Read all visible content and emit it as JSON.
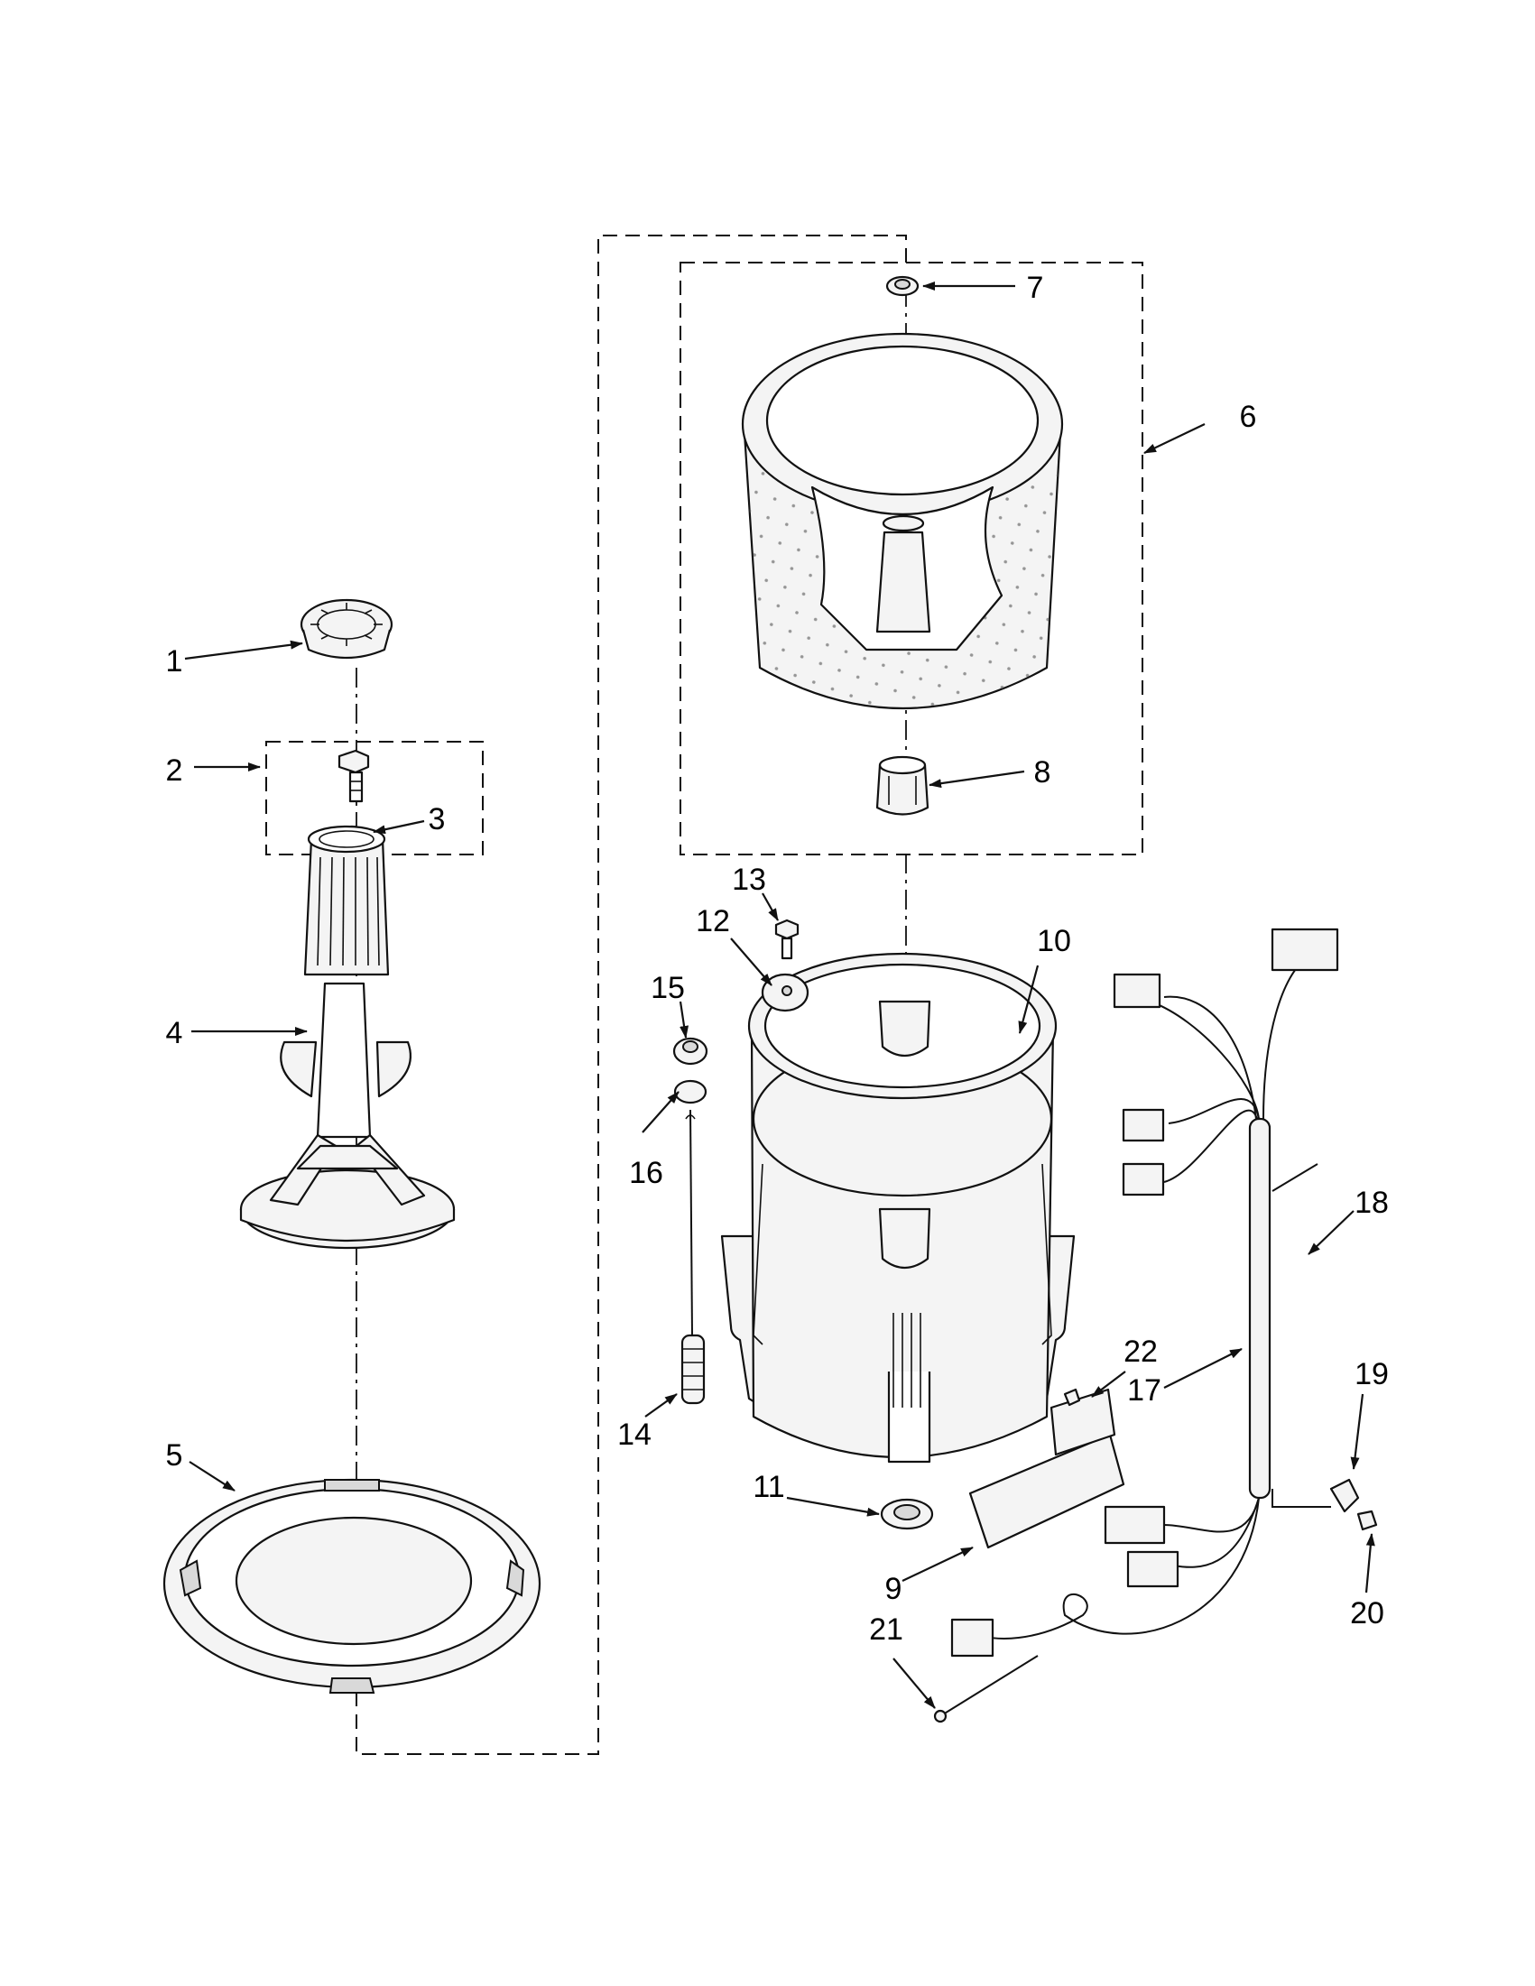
{
  "parts": [
    {
      "id": "part-1",
      "label": "1"
    },
    {
      "id": "part-2",
      "label": "2"
    },
    {
      "id": "part-3",
      "label": "3"
    },
    {
      "id": "part-4",
      "label": "4"
    },
    {
      "id": "part-5",
      "label": "5"
    },
    {
      "id": "part-6",
      "label": "6"
    },
    {
      "id": "part-7",
      "label": "7"
    },
    {
      "id": "part-8",
      "label": "8"
    },
    {
      "id": "part-9",
      "label": "9"
    },
    {
      "id": "part-10",
      "label": "10"
    },
    {
      "id": "part-11",
      "label": "11"
    },
    {
      "id": "part-12",
      "label": "12"
    },
    {
      "id": "part-13",
      "label": "13"
    },
    {
      "id": "part-14",
      "label": "14"
    },
    {
      "id": "part-15",
      "label": "15"
    },
    {
      "id": "part-16",
      "label": "16"
    },
    {
      "id": "part-17",
      "label": "17"
    },
    {
      "id": "part-18",
      "label": "18"
    },
    {
      "id": "part-19",
      "label": "19"
    },
    {
      "id": "part-20",
      "label": "20"
    },
    {
      "id": "part-21",
      "label": "21"
    },
    {
      "id": "part-22",
      "label": "22"
    }
  ],
  "colors": {
    "line": "#111111",
    "fill": "#f4f4f4",
    "shade": "#d9d9d9",
    "background": "#ffffff"
  }
}
